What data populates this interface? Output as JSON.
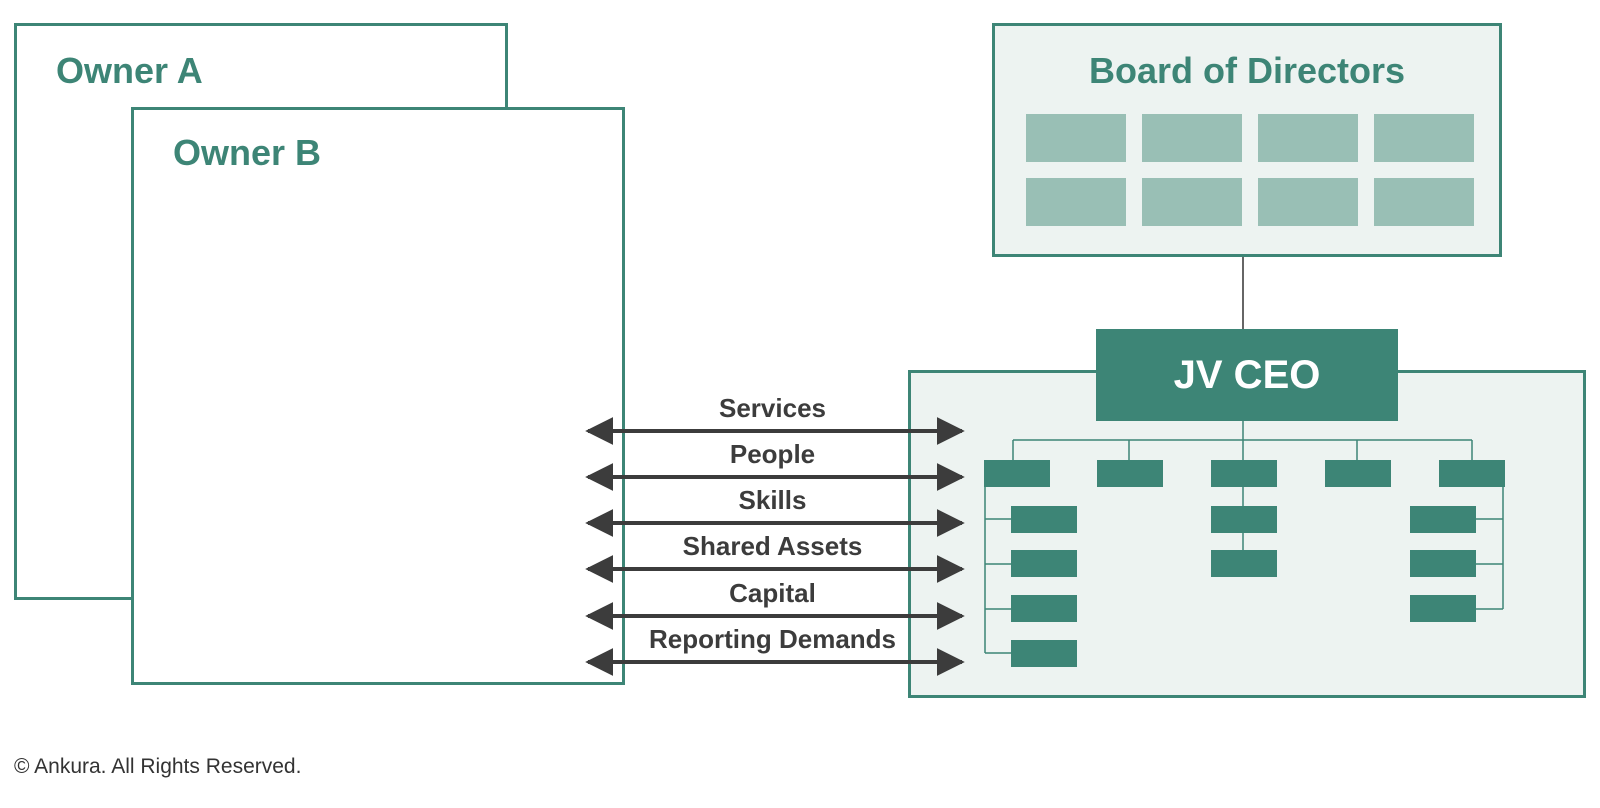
{
  "owners": [
    {
      "title": "Owner A"
    },
    {
      "title": "Owner B"
    }
  ],
  "board": {
    "title": "Board of Directors",
    "seat_count": 8
  },
  "ceo": {
    "title": "JV CEO"
  },
  "flows": [
    "Services",
    "People",
    "Skills",
    "Shared Assets",
    "Capital",
    "Reporting Demands"
  ],
  "footer": {
    "copyright": "© Ankura. All Rights Reserved."
  },
  "colors": {
    "primary": "#3d8576",
    "light_fill": "#edf3f1",
    "seat_fill": "#99bfb5",
    "arrow": "#3c3c3c"
  }
}
